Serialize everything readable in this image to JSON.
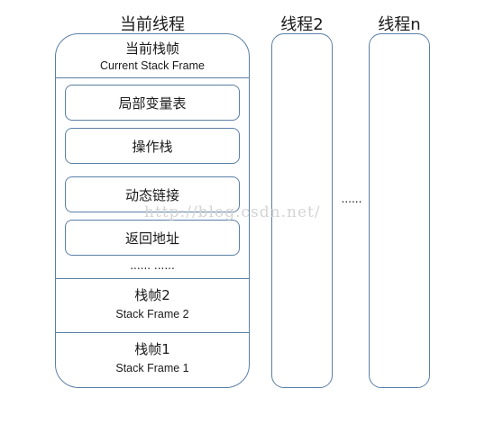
{
  "titles": {
    "current_thread": "当前线程",
    "thread2": "线程2",
    "threadn": "线程n"
  },
  "current_frame": {
    "cn": "当前栈帧",
    "en": "Current Stack Frame"
  },
  "frame_items": [
    "局部变量表",
    "操作栈",
    "动态链接",
    "返回地址"
  ],
  "frame_items_ellipsis": "...... ......",
  "frame2": {
    "cn": "栈帧2",
    "en": "Stack Frame 2"
  },
  "frame1": {
    "cn": "栈帧1",
    "en": "Stack Frame 1"
  },
  "between_threads_ellipsis": "......",
  "watermark": "http://blog.csdn.net/"
}
